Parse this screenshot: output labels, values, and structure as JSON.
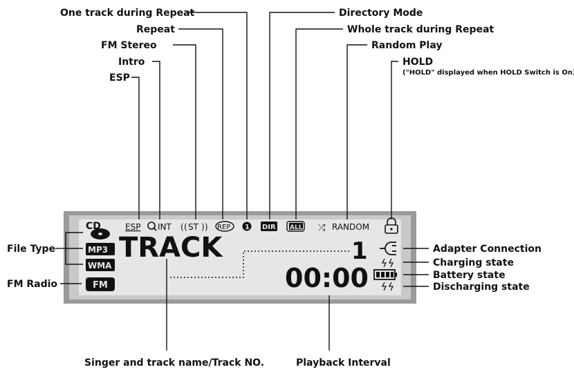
{
  "top_labels": {
    "one_track_repeat": "One track during Repeat",
    "repeat": "Repeat",
    "fm_stereo": "FM Stereo",
    "intro": "Intro",
    "esp": "ESP",
    "directory_mode": "Directory Mode",
    "whole_track_repeat": "Whole track during Repeat",
    "random_play": "Random Play",
    "hold": "HOLD",
    "hold_note": "(\"HOLD\" displayed when HOLD Switch is On)"
  },
  "side_labels": {
    "file_type": "File Type",
    "fm_radio": "FM Radio",
    "adapter_connection": "Adapter Connection",
    "charging_state": "Charging state",
    "battery_state": "Battery state",
    "discharging_state": "Discharging state"
  },
  "bottom_labels": {
    "singer_track": "Singer and track name/Track NO.",
    "playback_interval": "Playback Interval"
  },
  "display": {
    "esp": "ESP",
    "intro": "INT",
    "stereo": "ST",
    "repeat": "REP",
    "one": "1",
    "dir": "DIR",
    "all": "ALL",
    "random": "RANDOM",
    "cd": "CD",
    "mp3": "MP3",
    "wma": "WMA",
    "fm": "FM",
    "track": "TRACK",
    "track_number": "1",
    "time": "00:00"
  },
  "colors": {
    "lcd_frame": "#9a9a9a",
    "lcd_screen": "#e6e6e6",
    "ink": "#111111"
  }
}
